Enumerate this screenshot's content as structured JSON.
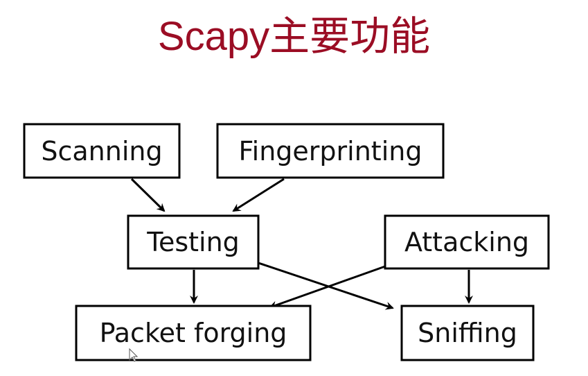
{
  "title": "Scapy主要功能",
  "colors": {
    "title": "#9b0d24",
    "box_border": "#000000",
    "text": "#111111"
  },
  "nodes": {
    "scanning": "Scanning",
    "fingerprinting": "Fingerprinting",
    "testing": "Testing",
    "attacking": "Attacking",
    "packet_forging": "Packet forging",
    "sniffing": "Sniffing"
  },
  "edges": [
    {
      "from": "Scanning",
      "to": "Testing"
    },
    {
      "from": "Fingerprinting",
      "to": "Testing"
    },
    {
      "from": "Testing",
      "to": "Packet forging"
    },
    {
      "from": "Testing",
      "to": "Sniffing"
    },
    {
      "from": "Attacking",
      "to": "Packet forging"
    },
    {
      "from": "Attacking",
      "to": "Sniffing"
    }
  ],
  "cursor_icon": "mouse-pointer-icon"
}
